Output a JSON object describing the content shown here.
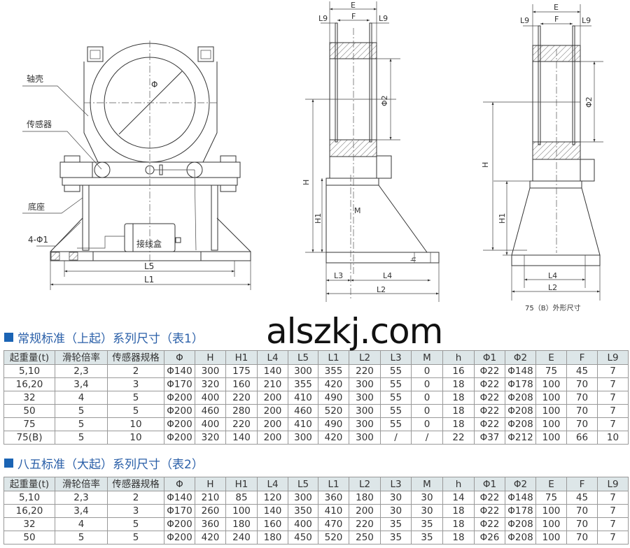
{
  "drawing": {
    "labels": {
      "shell": "轴壳",
      "sensor": "传感器",
      "base": "底座",
      "holes": "4-Φ1",
      "junction_box": "接线盒",
      "phi": "Φ",
      "L5": "L5",
      "L1": "L1",
      "E": "E",
      "F": "F",
      "L9": "L9",
      "phi2": "Φ2",
      "H": "H",
      "H1": "H1",
      "M": "M",
      "h": "h",
      "L3": "L3",
      "L4": "L4",
      "L2": "L2"
    },
    "caption_75b": "75（B）外形尺寸"
  },
  "table1": {
    "title": "常规标准（上起）系列尺寸（表1）",
    "headers": [
      "起重量(t)",
      "滑轮倍率",
      "传感器规格",
      "Φ",
      "H",
      "H1",
      "L4",
      "L5",
      "L1",
      "L2",
      "L3",
      "M",
      "h",
      "Φ1",
      "Φ2",
      "E",
      "F",
      "L9"
    ],
    "rows": [
      [
        "5,10",
        "2,3",
        "2",
        "Φ140",
        "300",
        "175",
        "140",
        "300",
        "355",
        "220",
        "55",
        "0",
        "16",
        "Φ22",
        "Φ148",
        "75",
        "45",
        "7"
      ],
      [
        "16,20",
        "3,4",
        "3",
        "Φ170",
        "320",
        "160",
        "210",
        "355",
        "420",
        "300",
        "55",
        "0",
        "18",
        "Φ22",
        "Φ178",
        "100",
        "70",
        "7"
      ],
      [
        "32",
        "4",
        "5",
        "Φ200",
        "400",
        "220",
        "200",
        "410",
        "490",
        "300",
        "55",
        "0",
        "18",
        "Φ22",
        "Φ208",
        "100",
        "70",
        "7"
      ],
      [
        "50",
        "5",
        "5",
        "Φ200",
        "460",
        "280",
        "200",
        "460",
        "520",
        "300",
        "55",
        "0",
        "18",
        "Φ22",
        "Φ208",
        "100",
        "70",
        "7"
      ],
      [
        "75",
        "5",
        "10",
        "Φ200",
        "400",
        "220",
        "200",
        "410",
        "490",
        "300",
        "55",
        "0",
        "18",
        "Φ22",
        "Φ208",
        "100",
        "70",
        "7"
      ],
      [
        "75(B)",
        "5",
        "10",
        "Φ200",
        "320",
        "140",
        "200",
        "300",
        "420",
        "300",
        "/",
        "/",
        "22",
        "Φ37",
        "Φ212",
        "100",
        "66",
        "10"
      ]
    ]
  },
  "table2": {
    "title": "八五标准（大起）系列尺寸（表2）",
    "headers": [
      "起重量(t)",
      "滑轮倍率",
      "传感器规格",
      "Φ",
      "H",
      "H1",
      "L4",
      "L5",
      "L1",
      "L2",
      "L3",
      "M",
      "h",
      "Φ1",
      "Φ2",
      "E",
      "F",
      "L9"
    ],
    "rows": [
      [
        "5,10",
        "2,3",
        "2",
        "Φ140",
        "210",
        "85",
        "120",
        "300",
        "360",
        "180",
        "30",
        "30",
        "14",
        "Φ22",
        "Φ148",
        "75",
        "45",
        "7"
      ],
      [
        "16,20",
        "3,4",
        "3",
        "Φ170",
        "260",
        "100",
        "140",
        "350",
        "410",
        "200",
        "30",
        "30",
        "18",
        "Φ22",
        "Φ178",
        "100",
        "70",
        "7"
      ],
      [
        "32",
        "4",
        "5",
        "Φ200",
        "360",
        "180",
        "160",
        "400",
        "470",
        "220",
        "35",
        "35",
        "18",
        "Φ22",
        "Φ208",
        "100",
        "70",
        "7"
      ],
      [
        "50",
        "5",
        "5",
        "Φ200",
        "420",
        "240",
        "180",
        "450",
        "520",
        "250",
        "35",
        "35",
        "18",
        "Φ26",
        "Φ208",
        "100",
        "70",
        "7"
      ]
    ]
  },
  "watermark": "alszkj.com",
  "colors": {
    "accent": "#1b64b4",
    "title_text": "#2a5fa8",
    "header_bg": "#dde6e8"
  }
}
